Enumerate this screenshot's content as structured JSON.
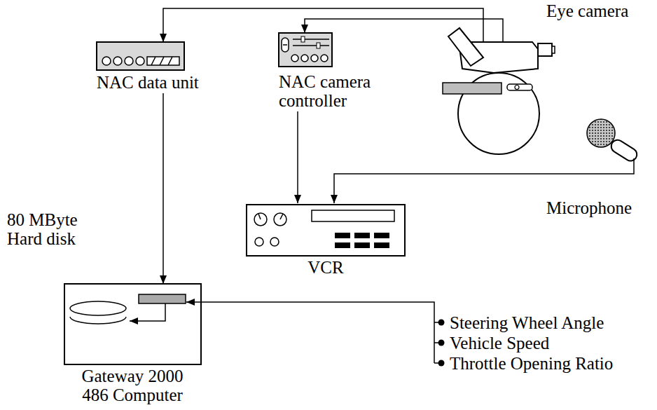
{
  "diagram": {
    "nodes": [
      {
        "text": [
          "NAC data unit"
        ]
      },
      {
        "text": [
          "NAC camera controller"
        ]
      },
      {
        "text": [
          "Eye camera"
        ]
      },
      {
        "text": [
          "Microphone"
        ]
      },
      {
        "text": [
          "VCR"
        ]
      },
      {
        "text": [
          "Gateway 2000 486 Computer"
        ]
      }
    ],
    "edges": [
      {
        "from": 2,
        "to": 0,
        "arrow": "to"
      },
      {
        "from": 2,
        "to": 1,
        "arrow": "to"
      },
      {
        "from": 1,
        "to": 4,
        "arrow": "to"
      },
      {
        "from": 3,
        "to": 4,
        "arrow": "to"
      },
      {
        "from": 0,
        "to": 5,
        "arrow": "to"
      }
    ],
    "labels": [
      "80 MByte Hard disk",
      "Steering Wheel Angle",
      "Vehicle Speed",
      "Throttle Opening Ratio"
    ]
  }
}
